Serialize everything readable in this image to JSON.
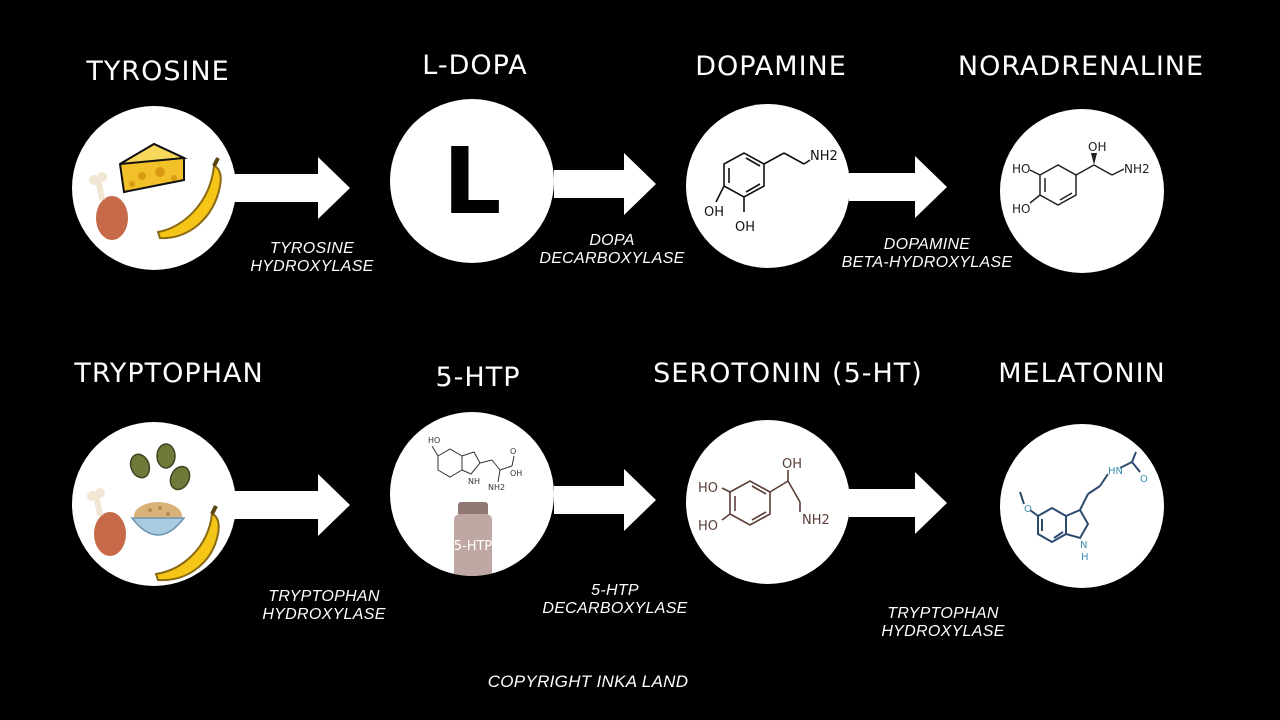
{
  "pathways": [
    {
      "nodes": [
        {
          "label": "TYROSINE"
        },
        {
          "label": "L-DOPA",
          "letter": "L"
        },
        {
          "label": "DOPAMINE",
          "atoms": {
            "nh2": "NH2",
            "oh1": "OH",
            "oh2": "OH"
          }
        },
        {
          "label": "NORADRENALINE",
          "atoms": {
            "oh": "OH",
            "nh2": "NH2",
            "ho1": "HO",
            "ho2": "HO"
          }
        }
      ],
      "enzymes": [
        {
          "line1": "TYROSINE",
          "line2": "HYDROXYLASE"
        },
        {
          "line1": "DOPA",
          "line2": "DECARBOXYLASE"
        },
        {
          "line1": "DOPAMINE",
          "line2": "BETA-HYDROXYLASE"
        }
      ]
    },
    {
      "nodes": [
        {
          "label": "TRYPTOPHAN"
        },
        {
          "label": "5-HTP",
          "bottle_label": "5-HTP",
          "atoms": {
            "ho": "HO",
            "nh2": "NH2",
            "oh": "OH",
            "nh": "NH",
            "o": "O"
          }
        },
        {
          "label": "SEROTONIN (5-HT)",
          "atoms": {
            "oh": "OH",
            "ho1": "HO",
            "ho2": "HO",
            "nh2": "NH2"
          }
        },
        {
          "label": "MELATONIN",
          "atoms": {
            "o1": "O",
            "hn": "HN",
            "o2": "O",
            "n": "N",
            "h": "H"
          }
        }
      ],
      "enzymes": [
        {
          "line1": "TRYPTOPHAN",
          "line2": "HYDROXYLASE"
        },
        {
          "line1": "5-HTP",
          "line2": "DECARBOXYLASE"
        },
        {
          "line1": "TRYPTOPHAN",
          "line2": "HYDROXYLASE"
        }
      ]
    }
  ],
  "copyright": "COPYRIGHT INKA LAND",
  "colors": {
    "background": "#000000",
    "text": "#ffffff",
    "circle": "#ffffff",
    "arrow": "#ffffff",
    "molecule_black": "#111111",
    "molecule_brown": "#5a3e36",
    "molecule_blue": "#2c4a6e",
    "molecule_blue_atoms": "#3a8fb0",
    "bottle": "#bfa7a4",
    "cheese": "#f2c029",
    "banana": "#f5c518",
    "chicken": "#c66a4a",
    "seed": "#6f7a3a",
    "bowl": "#a9cbe0"
  }
}
